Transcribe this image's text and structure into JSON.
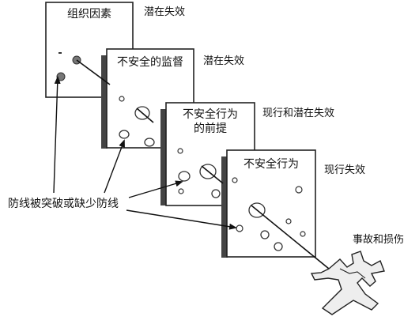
{
  "slabs": [
    {
      "title_lines": [
        "组织因素"
      ],
      "side_label": "潜在失效"
    },
    {
      "title_lines": [
        "不安全的监督"
      ],
      "side_label": "潜在失效"
    },
    {
      "title_lines": [
        "不安全行为",
        "的前提"
      ],
      "side_label": "现行和潜在失效"
    },
    {
      "title_lines": [
        "不安全行为"
      ],
      "side_label": "现行失效"
    }
  ],
  "defense_label": "防线被突破或缺少防线",
  "outcome_label": "事故和损伤",
  "outcome_icon": "aircraft-crash-icon"
}
